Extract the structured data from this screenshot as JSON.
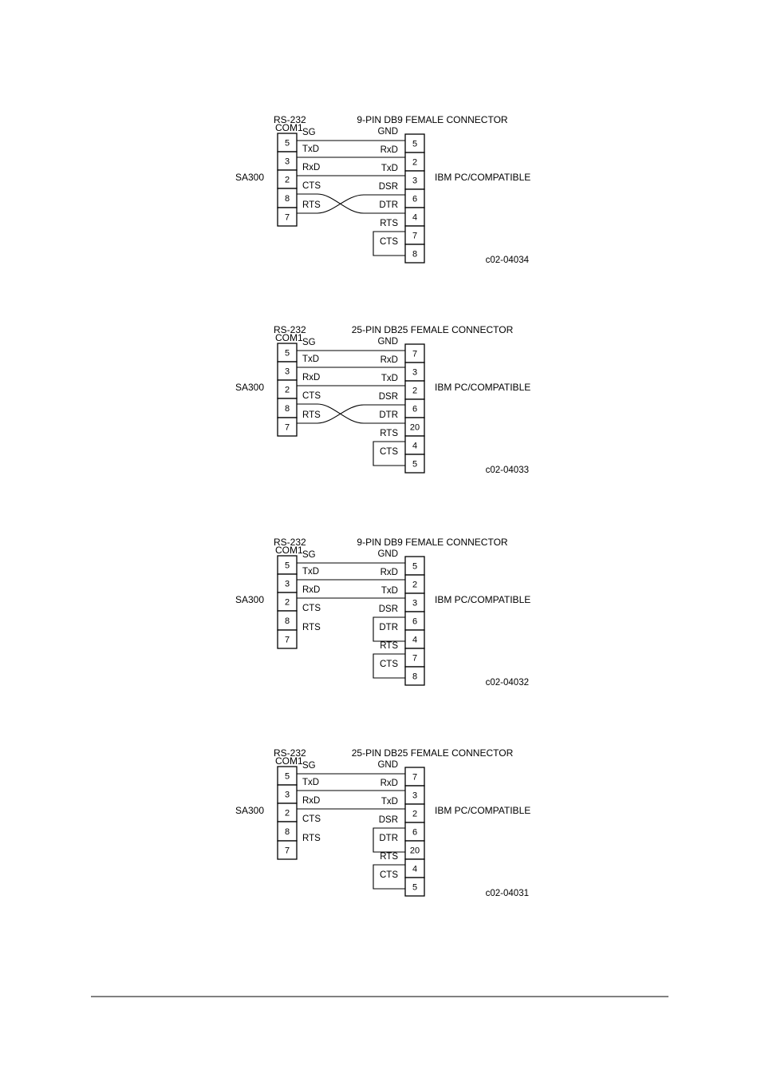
{
  "diagrams": [
    {
      "left_header": "RS-232",
      "left_subheader": "COM1",
      "right_header": "9-PIN DB9 FEMALE CONNECTOR",
      "left_device": "SA300",
      "right_device": "IBM PC/COMPATIBLE",
      "figure_code": "c02-04034",
      "left_pins": [
        {
          "pin": "5",
          "signal": "SG"
        },
        {
          "pin": "3",
          "signal": "TxD"
        },
        {
          "pin": "2",
          "signal": "RxD"
        },
        {
          "pin": "8",
          "signal": "CTS"
        },
        {
          "pin": "7",
          "signal": "RTS"
        }
      ],
      "right_pins": [
        {
          "pin": "5",
          "signal": "GND"
        },
        {
          "pin": "2",
          "signal": "RxD"
        },
        {
          "pin": "3",
          "signal": "TxD"
        },
        {
          "pin": "6",
          "signal": "DSR"
        },
        {
          "pin": "4",
          "signal": "DTR"
        },
        {
          "pin": "7",
          "signal": "RTS"
        },
        {
          "pin": "8",
          "signal": "CTS"
        }
      ],
      "connections": [
        {
          "from": "SG",
          "to": "GND"
        },
        {
          "from": "TxD",
          "to": "RxD"
        },
        {
          "from": "RxD",
          "to": "TxD"
        },
        {
          "from": "CTS",
          "to": "DTR"
        },
        {
          "from": "RTS",
          "to": "DSR"
        }
      ],
      "loopbacks": [
        {
          "from": "RTS",
          "to": "CTS"
        }
      ]
    },
    {
      "left_header": "RS-232",
      "left_subheader": "COM1",
      "right_header": "25-PIN DB25 FEMALE CONNECTOR",
      "left_device": "SA300",
      "right_device": "IBM PC/COMPATIBLE",
      "figure_code": "c02-04033",
      "left_pins": [
        {
          "pin": "5",
          "signal": "SG"
        },
        {
          "pin": "3",
          "signal": "TxD"
        },
        {
          "pin": "2",
          "signal": "RxD"
        },
        {
          "pin": "8",
          "signal": "CTS"
        },
        {
          "pin": "7",
          "signal": "RTS"
        }
      ],
      "right_pins": [
        {
          "pin": "7",
          "signal": "GND"
        },
        {
          "pin": "3",
          "signal": "RxD"
        },
        {
          "pin": "2",
          "signal": "TxD"
        },
        {
          "pin": "6",
          "signal": "DSR"
        },
        {
          "pin": "20",
          "signal": "DTR"
        },
        {
          "pin": "4",
          "signal": "RTS"
        },
        {
          "pin": "5",
          "signal": "CTS"
        }
      ],
      "connections": [
        {
          "from": "SG",
          "to": "GND"
        },
        {
          "from": "TxD",
          "to": "RxD"
        },
        {
          "from": "RxD",
          "to": "TxD"
        },
        {
          "from": "CTS",
          "to": "DTR"
        },
        {
          "from": "RTS",
          "to": "DSR"
        }
      ],
      "loopbacks": [
        {
          "from": "RTS",
          "to": "CTS"
        }
      ]
    },
    {
      "left_header": "RS-232",
      "left_subheader": "COM1",
      "right_header": "9-PIN DB9 FEMALE CONNECTOR",
      "left_device": "SA300",
      "right_device": "IBM PC/COMPATIBLE",
      "figure_code": "c02-04032",
      "left_pins": [
        {
          "pin": "5",
          "signal": "SG"
        },
        {
          "pin": "3",
          "signal": "TxD"
        },
        {
          "pin": "2",
          "signal": "RxD"
        },
        {
          "pin": "8",
          "signal": "CTS"
        },
        {
          "pin": "7",
          "signal": "RTS"
        }
      ],
      "right_pins": [
        {
          "pin": "5",
          "signal": "GND"
        },
        {
          "pin": "2",
          "signal": "RxD"
        },
        {
          "pin": "3",
          "signal": "TxD"
        },
        {
          "pin": "6",
          "signal": "DSR"
        },
        {
          "pin": "4",
          "signal": "DTR"
        },
        {
          "pin": "7",
          "signal": "RTS"
        },
        {
          "pin": "8",
          "signal": "CTS"
        }
      ],
      "connections": [
        {
          "from": "SG",
          "to": "GND"
        },
        {
          "from": "TxD",
          "to": "RxD"
        },
        {
          "from": "RxD",
          "to": "TxD"
        }
      ],
      "loopbacks": [
        {
          "from": "DSR",
          "to": "DTR"
        },
        {
          "from": "RTS",
          "to": "CTS"
        }
      ]
    },
    {
      "left_header": "RS-232",
      "left_subheader": "COM1",
      "right_header": "25-PIN DB25 FEMALE CONNECTOR",
      "left_device": "SA300",
      "right_device": "IBM PC/COMPATIBLE",
      "figure_code": "c02-04031",
      "left_pins": [
        {
          "pin": "5",
          "signal": "SG"
        },
        {
          "pin": "3",
          "signal": "TxD"
        },
        {
          "pin": "2",
          "signal": "RxD"
        },
        {
          "pin": "8",
          "signal": "CTS"
        },
        {
          "pin": "7",
          "signal": "RTS"
        }
      ],
      "right_pins": [
        {
          "pin": "7",
          "signal": "GND"
        },
        {
          "pin": "3",
          "signal": "RxD"
        },
        {
          "pin": "2",
          "signal": "TxD"
        },
        {
          "pin": "6",
          "signal": "DSR"
        },
        {
          "pin": "20",
          "signal": "DTR"
        },
        {
          "pin": "4",
          "signal": "RTS"
        },
        {
          "pin": "5",
          "signal": "CTS"
        }
      ],
      "connections": [
        {
          "from": "SG",
          "to": "GND"
        },
        {
          "from": "TxD",
          "to": "RxD"
        },
        {
          "from": "RxD",
          "to": "TxD"
        }
      ],
      "loopbacks": [
        {
          "from": "DSR",
          "to": "DTR"
        },
        {
          "from": "RTS",
          "to": "CTS"
        }
      ]
    }
  ]
}
